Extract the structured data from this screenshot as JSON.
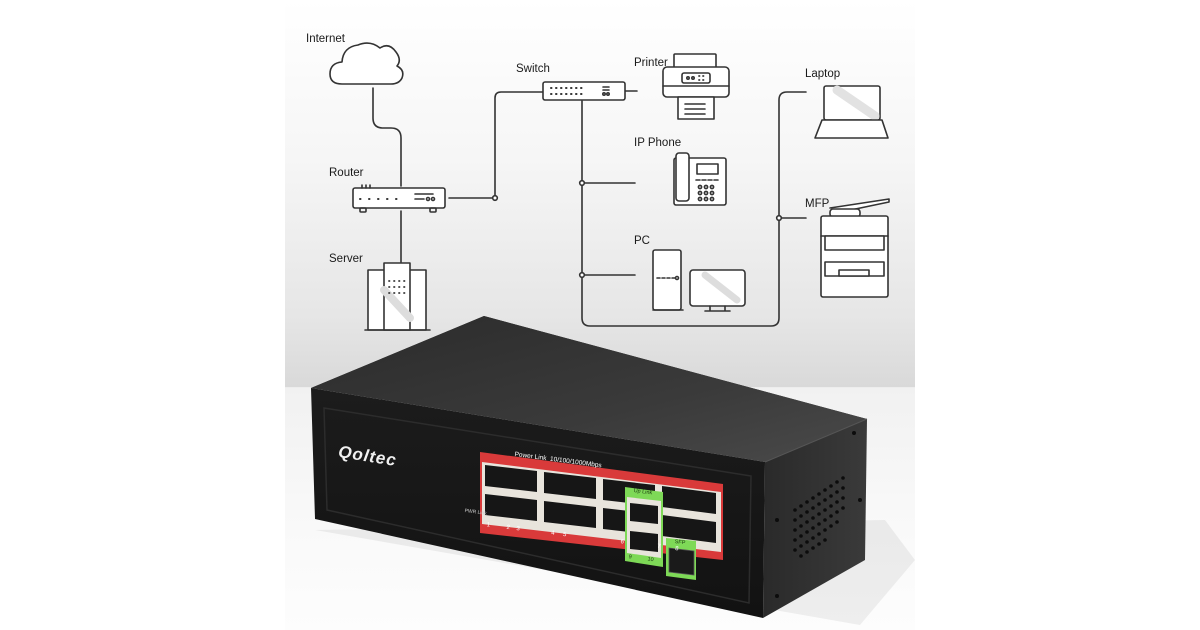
{
  "diagram": {
    "nodes": [
      {
        "id": "internet",
        "label": "Internet",
        "icon": "cloud-icon"
      },
      {
        "id": "router",
        "label": "Router",
        "icon": "router-icon"
      },
      {
        "id": "server",
        "label": "Server",
        "icon": "server-icon"
      },
      {
        "id": "switch",
        "label": "Switch",
        "icon": "switch-icon"
      },
      {
        "id": "printer",
        "label": "Printer",
        "icon": "printer-icon"
      },
      {
        "id": "ipphone",
        "label": "IP Phone",
        "icon": "phone-icon"
      },
      {
        "id": "pc",
        "label": "PC",
        "icon": "pc-icon"
      },
      {
        "id": "laptop",
        "label": "Laptop",
        "icon": "laptop-icon"
      },
      {
        "id": "mfp",
        "label": "MFP",
        "icon": "mfp-icon"
      }
    ],
    "line_color": "#333333"
  },
  "product": {
    "brand": "Qoltec",
    "poe_label": "Power Link  10/100/1000Mbps",
    "uplink_label": "Up Link",
    "sfp_label": "SFP",
    "pwr_label": "PWR Link",
    "port_numbers": [
      "1",
      "2",
      "3",
      "4",
      "5",
      "6",
      "7",
      "8"
    ],
    "uplink_numbers": [
      "9",
      "10"
    ],
    "colors": {
      "body": "#1e1e1e",
      "poe": "#d93a3a",
      "uplink": "#7ed957"
    }
  }
}
